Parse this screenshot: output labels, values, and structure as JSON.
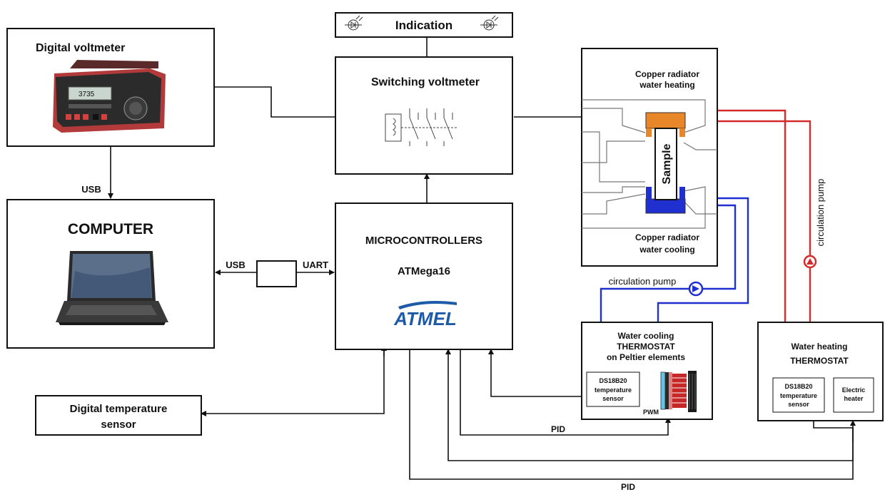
{
  "blocks": {
    "digital_voltmeter": "Digital voltmeter",
    "multimeter_display": "3735",
    "computer": "COMPUTER",
    "indication": "Indication",
    "switching_voltmeter": "Switching voltmeter",
    "microcontrollers": "MICROCONTROLLERS",
    "atmega": "ATMega16",
    "atmel_logo": "ATMEL",
    "radiator_heating_line1": "Copper radiator",
    "radiator_heating_line2": "water heating",
    "sample": "Sample",
    "radiator_cooling_line1": "Copper radiator",
    "radiator_cooling_line2": "water cooling",
    "cooling_thermostat_line1": "Water cooling",
    "cooling_thermostat_line2": "THERMOSTAT",
    "cooling_thermostat_line3": "on Peltier elements",
    "heating_thermostat_line1": "Water heating",
    "heating_thermostat_line2": "THERMOSTAT",
    "ds_sensor_line1": "DS18B20",
    "ds_sensor_line2": "temperature",
    "ds_sensor_line3": "sensor",
    "electric_heater_line1": "Electric",
    "electric_heater_line2": "heater",
    "digital_temp_sensor_line1": "Digital temperature",
    "digital_temp_sensor_line2": "sensor"
  },
  "labels": {
    "usb_vertical": "USB",
    "usb_horizontal": "USB",
    "uart": "UART",
    "pwm": "PWM",
    "pid_upper": "PID",
    "pid_lower": "PID",
    "circulation_pump_horizontal": "circulation pump",
    "circulation_pump_vertical": "circulation pump"
  },
  "colors": {
    "heating_loop": "#d62b2b",
    "cooling_loop": "#1f2fd0",
    "heating_radiator": "#e8862a",
    "cooling_radiator": "#1f2fd0",
    "atmel_blue": "#1d5aa8"
  }
}
